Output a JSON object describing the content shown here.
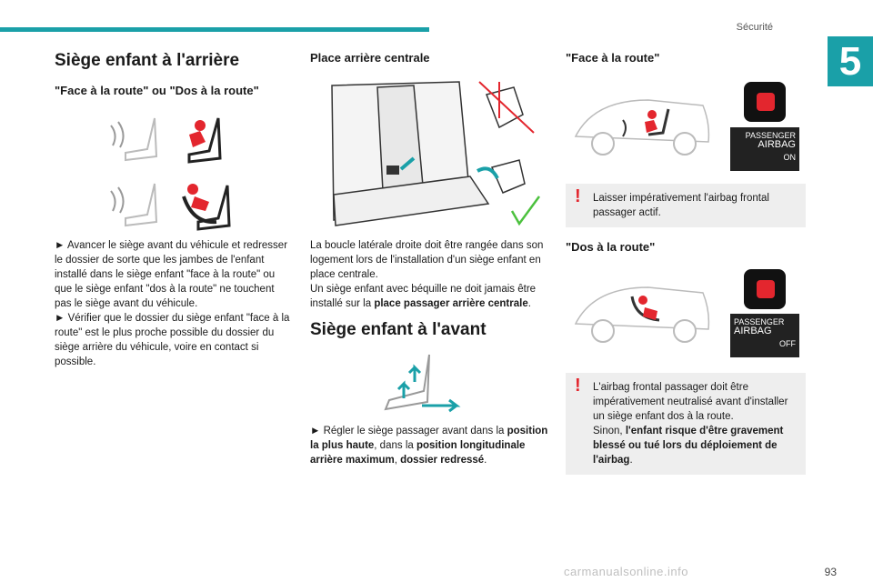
{
  "header": {
    "section": "Sécurité",
    "chapter_number": "5"
  },
  "col1": {
    "title": "Siège enfant à l'arrière",
    "subtitle": "\"Face à la route\" ou \"Dos à la route\"",
    "para1_prefix": "► ",
    "para1": "Avancer le siège avant du véhicule et redresser le dossier de sorte que les jambes de l'enfant installé dans le siège enfant \"face à la route\" ou que le siège enfant \"dos à la route\" ne touchent pas le siège avant du véhicule.",
    "para2": "Vérifier que le dossier du siège enfant \"face à la route\" est le plus proche possible du dossier du siège arrière du véhicule, voire en contact si possible."
  },
  "col2": {
    "title": "Place arrière centrale",
    "para1": "La boucle latérale droite doit être rangée dans son logement lors de l'installation d'un siège enfant en place centrale.",
    "para2_a": "Un siège enfant avec béquille ne doit jamais être installé sur la ",
    "para2_b": "place passager arrière centrale",
    "para2_c": ".",
    "title2": "Siège enfant à l'avant",
    "para3_a": "Régler le siège passager avant dans la ",
    "para3_b": "position la plus haute",
    "para3_c": ", dans la ",
    "para3_d": "position longitudinale arrière maximum",
    "para3_e": ", ",
    "para3_f": "dossier redressé",
    "para3_g": "."
  },
  "col3": {
    "title1": "\"Face à la route\"",
    "airbag1": {
      "line1": "PASSENGER",
      "line2": "AIRBAG",
      "state": "ON"
    },
    "warn1": "Laisser impérativement l'airbag frontal passager actif.",
    "title2": "\"Dos à la route\"",
    "airbag2": {
      "line1": "PASSENGER",
      "line2": "AIRBAG",
      "state": "OFF"
    },
    "warn2_a": "L'airbag frontal passager doit être impérativement neutralisé avant d'installer un siège enfant dos à la route.",
    "warn2_b": "Sinon, ",
    "warn2_c": "l'enfant risque d'être gravement blessé ou tué lors du déploiement de l'airbag",
    "warn2_d": "."
  },
  "page": {
    "number": "93"
  },
  "footer": {
    "watermark": "carmanualsonline.info"
  },
  "colors": {
    "accent": "#1aa0a8",
    "warning": "#e3262e",
    "child": "#e3262e"
  },
  "icons": [
    "child-seat-forward-icon",
    "child-seat-rear-icon",
    "rear-bench-icon",
    "front-seat-adjust-icon",
    "airbag-on-icon",
    "airbag-off-icon",
    "warning-icon"
  ]
}
